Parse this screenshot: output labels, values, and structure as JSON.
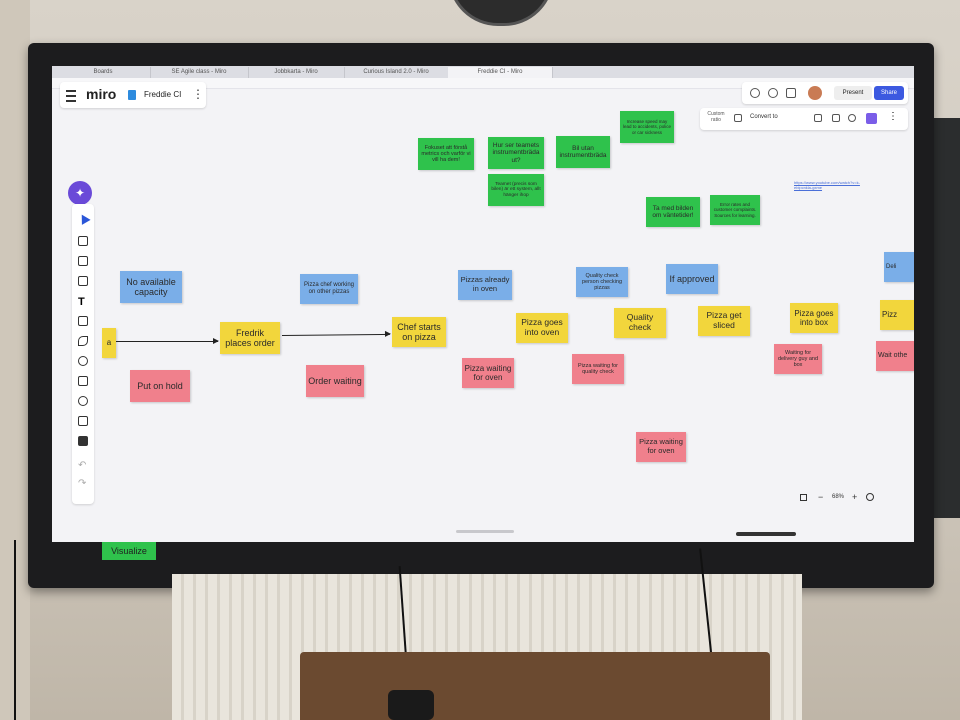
{
  "browser": {
    "tabs": [
      "Boards",
      "SE Agile class - Miro",
      "Jobbkarta - Miro",
      "Curious Island 2.0 - Miro",
      "Freddie CI - Miro"
    ],
    "active_tab": 4
  },
  "app": {
    "logo": "miro",
    "board_name": "Freddie CI",
    "present_label": "Present",
    "share_label": "Share"
  },
  "context_bar": {
    "ratio_label": "Custom ratio",
    "convert_label": "Convert to"
  },
  "zoom": {
    "level": "68%"
  },
  "board": {
    "green_notes": [
      "Fokuset att förstå metrics och varför vi vill ha dem!",
      "Hur ser teamets instrumentbräda ut?",
      "Bil utan instrumentbräda",
      "Increase speed may lead to accidents, police or car sickness",
      "Teamet (precis som bilen) är ett system, allt hänger ihop",
      "Ta med bilden om väntetider!",
      "Error rates and customer complaints. Sources for learning."
    ],
    "flow": {
      "partial_left": "a",
      "fredrik": "Fredrik places order",
      "chef_starts": "Chef starts on pizza",
      "goes_oven": "Pizza goes into oven",
      "quality_check": "Quality check",
      "get_sliced": "Pizza get sliced",
      "goes_box": "Pizza goes into box",
      "partial_right": "Pizz"
    },
    "blue_notes": {
      "no_capacity": "No available capacity",
      "chef_working": "Pizza chef working on other pizzas",
      "already_oven": "Pizzas already in oven",
      "quality_person": "Quality check person checking pizzas",
      "if_approved": "If approved",
      "partial_right": "Deli"
    },
    "pink_notes": {
      "put_on_hold": "Put on hold",
      "order_waiting": "Order waiting",
      "waiting_oven": "Pizza waiting for oven",
      "waiting_quality": "Pizza waiting for quality check",
      "waiting_delivery": "Waiting for delivery guy and box",
      "waiting_oven_2": "Pizza waiting for oven",
      "partial_right": "Wait othe"
    },
    "link_text": "https://www.youtube.com/watch?v=k-ebipcnkla-gxme",
    "visualize_label": "Visualize"
  },
  "colors": {
    "green": "#2fc24c",
    "blue": "#7aaee8",
    "yellow": "#f2d63c",
    "pink": "#f0808c",
    "share": "#3c59e0",
    "ai": "#6a4ad8"
  }
}
